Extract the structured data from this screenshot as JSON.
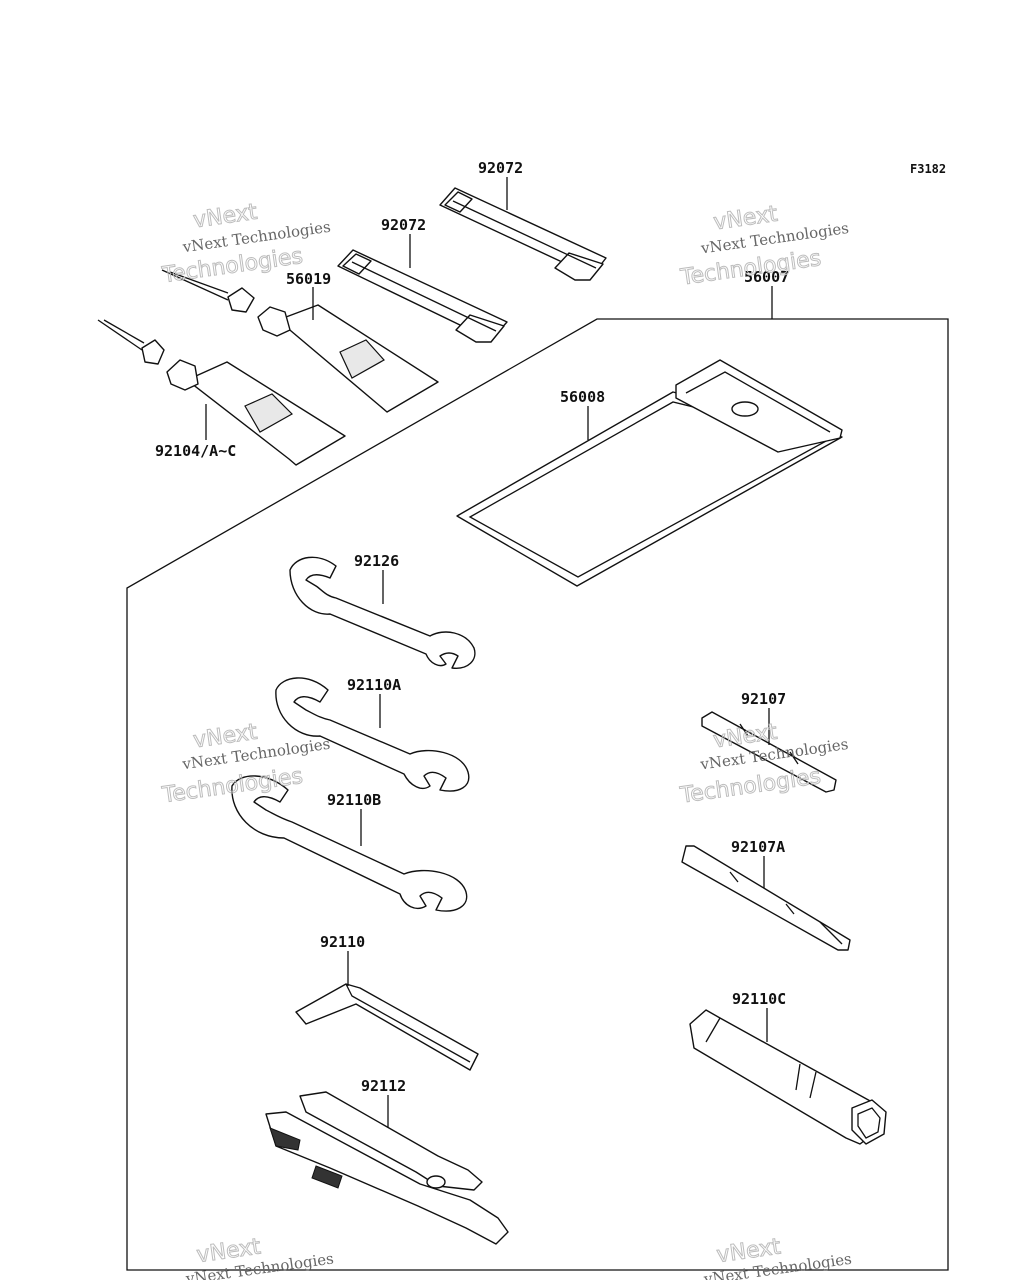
{
  "figure_code": "F3182",
  "watermark": {
    "line1": "vNext Technologies",
    "line2": "vNext",
    "line3": "Technologies"
  },
  "parts": {
    "p92072_top": "92072",
    "p92072_mid": "92072",
    "p56019": "56019",
    "p56007": "56007",
    "p92104": "92104/A~C",
    "p56008": "56008",
    "p92126": "92126",
    "p92110A": "92110A",
    "p92110B": "92110B",
    "p92107": "92107",
    "p92107A": "92107A",
    "p92110": "92110",
    "p92110C": "92110C",
    "p92112": "92112"
  }
}
